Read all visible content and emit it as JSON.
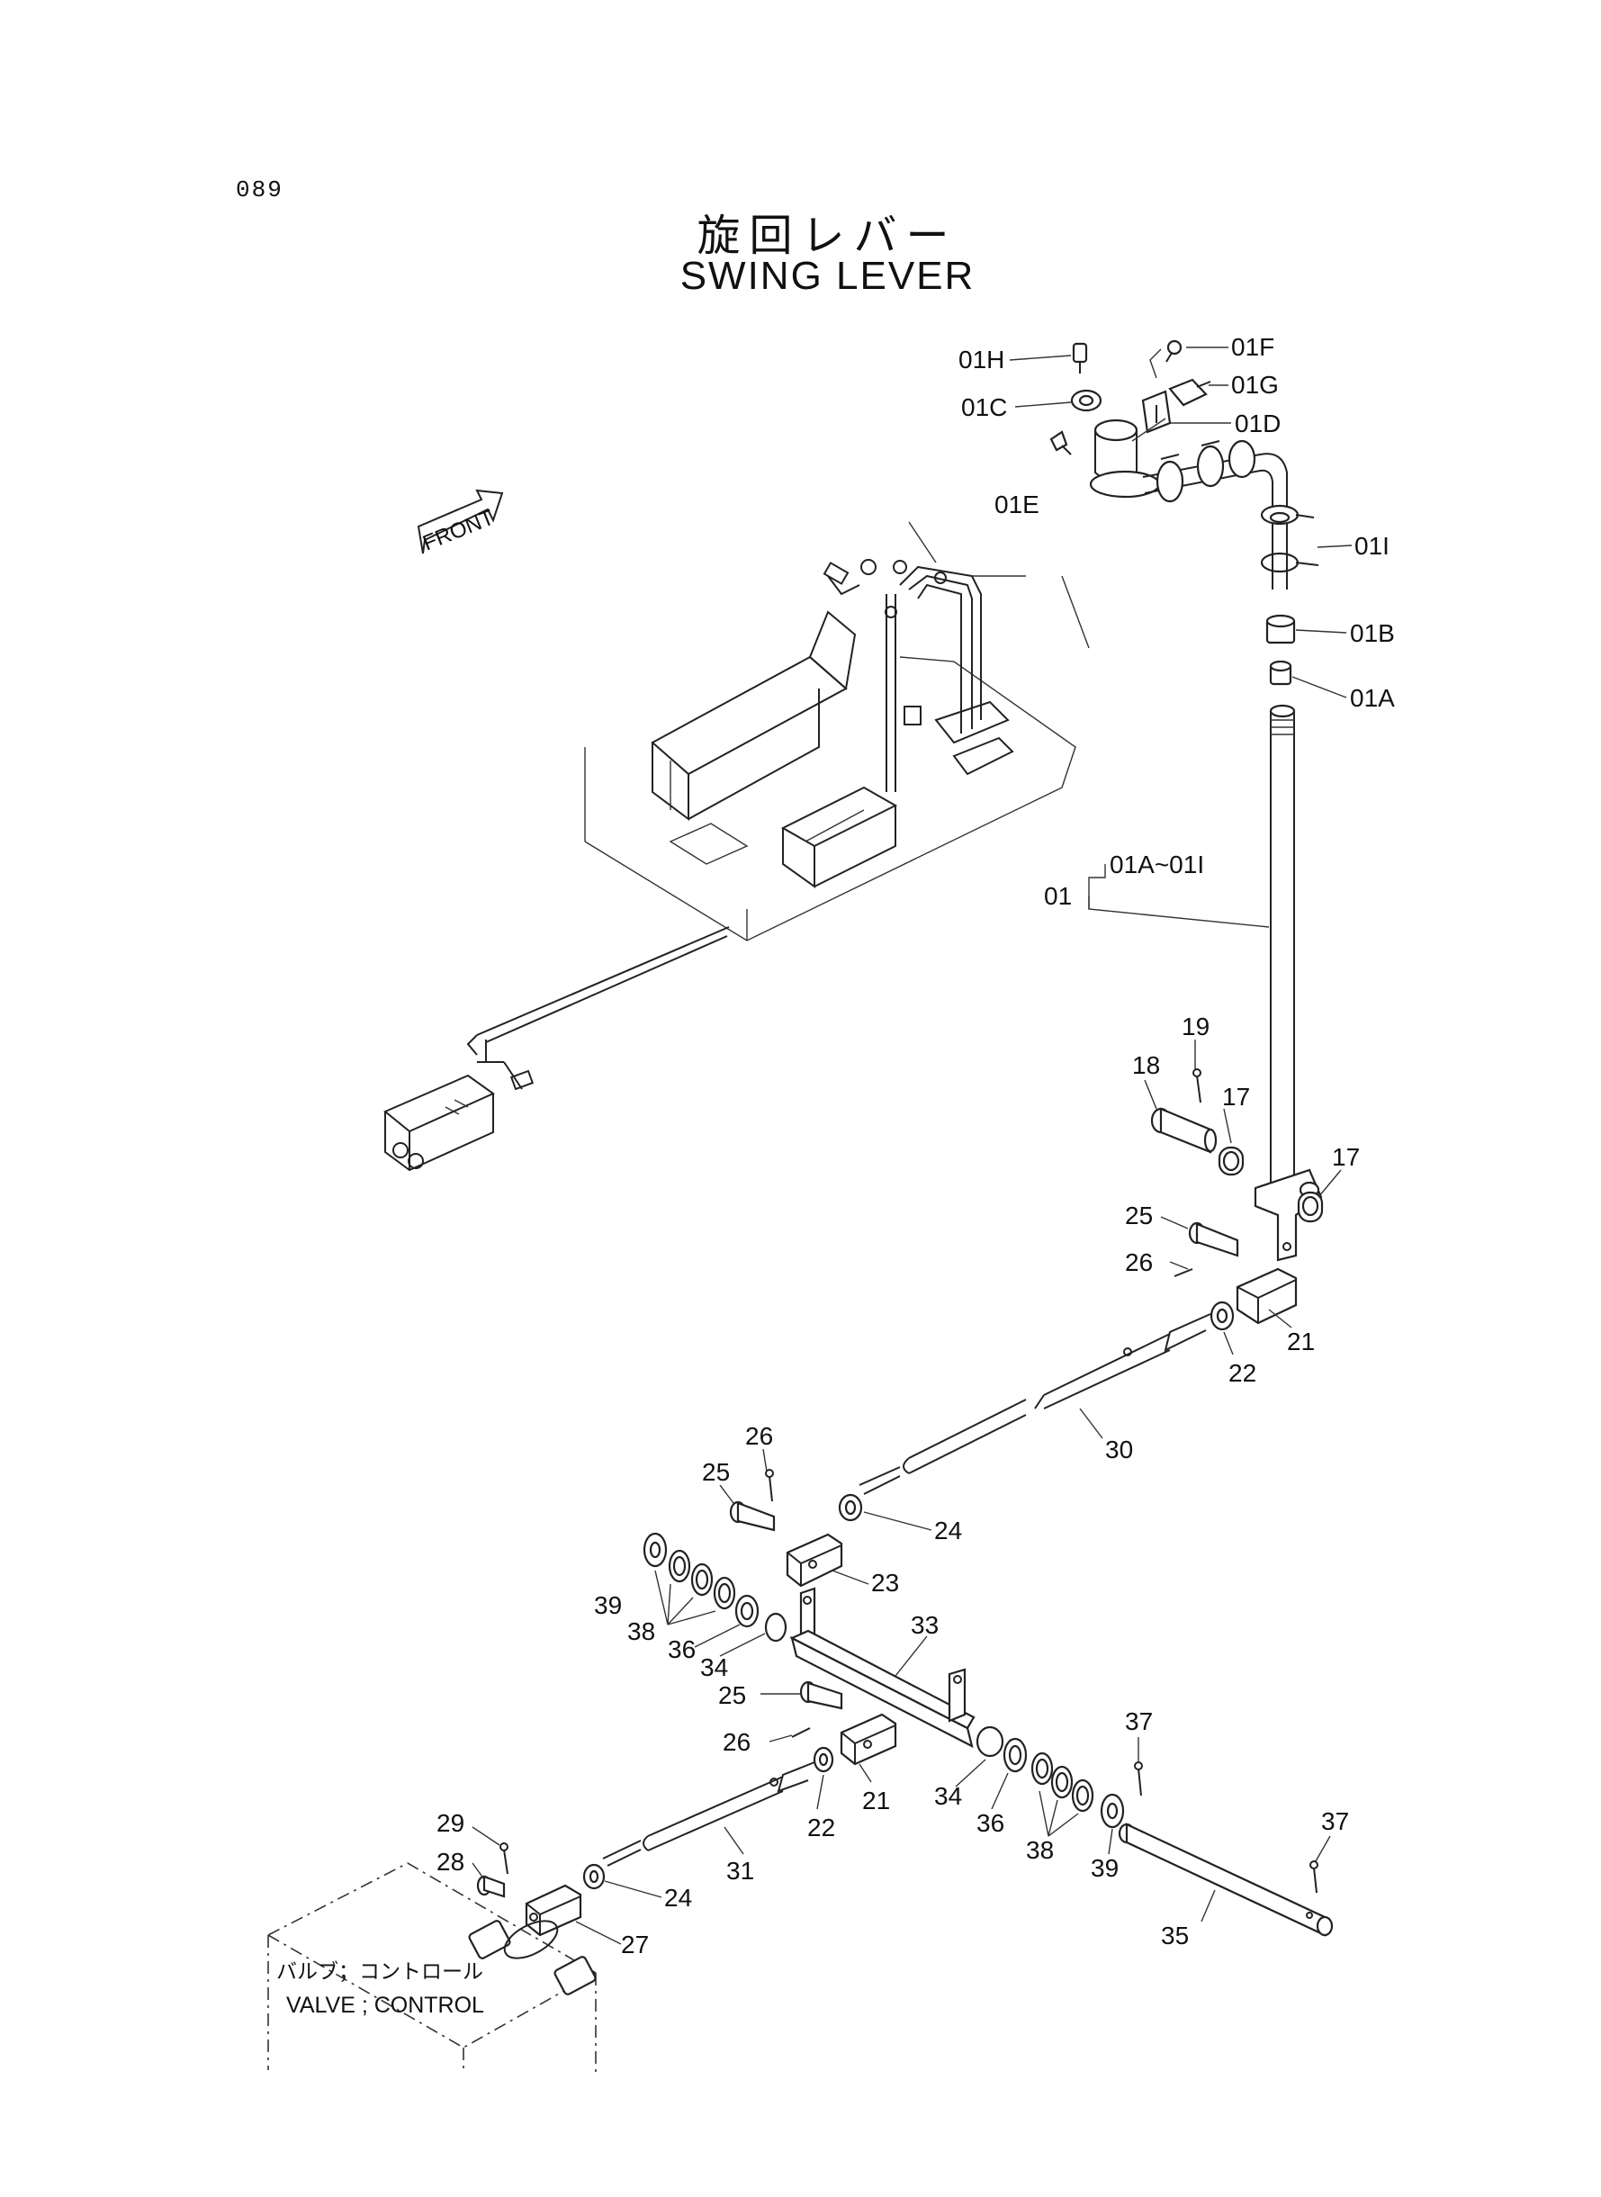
{
  "page_number": "089",
  "title_jp": "旋回レバー",
  "title_en": "SWING LEVER",
  "front_label": "FRONT",
  "valve_label_jp": "バルブ；コントロール",
  "valve_label_en": "VALVE ; CONTROL",
  "assembly_label": "01",
  "assembly_range": "01A~01I",
  "callouts": {
    "c01H": "01H",
    "c01F": "01F",
    "c01G": "01G",
    "c01C": "01C",
    "c01D": "01D",
    "c01E": "01E",
    "c01I": "01I",
    "c01B": "01B",
    "c01A": "01A",
    "c19": "19",
    "c18": "18",
    "c17a": "17",
    "c17b": "17",
    "c25a": "25",
    "c26a": "26",
    "c21a": "21",
    "c22a": "22",
    "c30": "30",
    "c26b": "26",
    "c25b": "25",
    "c24a": "24",
    "c23": "23",
    "c39a": "39",
    "c38a": "38",
    "c36a": "36",
    "c34a": "34",
    "c33": "33",
    "c25c": "25",
    "c26c": "26",
    "c21b": "21",
    "c22b": "22",
    "c34b": "34",
    "c36b": "36",
    "c38b": "38",
    "c39b": "39",
    "c37a": "37",
    "c37b": "37",
    "c35": "35",
    "c29": "29",
    "c28": "28",
    "c31": "31",
    "c24b": "24",
    "c27": "27"
  }
}
